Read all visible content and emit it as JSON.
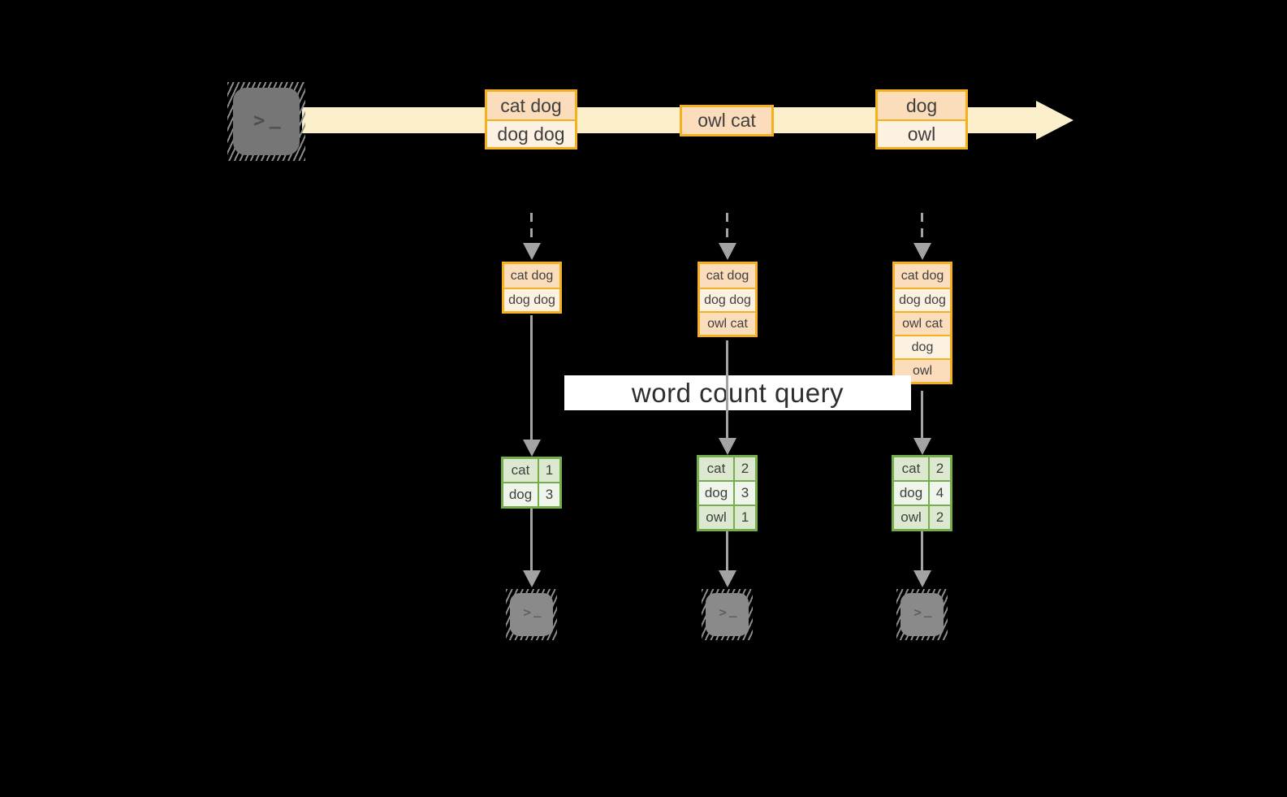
{
  "diagram": {
    "query_label": "word count query",
    "stream_batches": [
      {
        "items": [
          "cat dog",
          "dog dog"
        ]
      },
      {
        "items": [
          "owl cat"
        ]
      },
      {
        "items": [
          "dog",
          "owl"
        ]
      }
    ],
    "workers": [
      {
        "input_buffer": [
          "cat dog",
          "dog dog"
        ],
        "counts": [
          {
            "word": "cat",
            "count": "1"
          },
          {
            "word": "dog",
            "count": "3"
          }
        ]
      },
      {
        "input_buffer": [
          "cat dog",
          "dog dog",
          "owl cat"
        ],
        "counts": [
          {
            "word": "cat",
            "count": "2"
          },
          {
            "word": "dog",
            "count": "3"
          },
          {
            "word": "owl",
            "count": "1"
          }
        ]
      },
      {
        "input_buffer": [
          "cat dog",
          "dog dog",
          "owl cat",
          "dog",
          "owl"
        ],
        "counts": [
          {
            "word": "cat",
            "count": "2"
          },
          {
            "word": "dog",
            "count": "4"
          },
          {
            "word": "owl",
            "count": "2"
          }
        ]
      }
    ],
    "icons": {
      "terminal_chevron": ">",
      "terminal_underscore": "_"
    },
    "colors": {
      "stream_band": "#FCEFCB",
      "record_border": "#F3B01F",
      "record_fill_dark": "#FBDCBB",
      "record_fill_light": "#FDF1E2",
      "table_border": "#74AE4D",
      "table_row_dark": "#DCE9D0",
      "table_row_light": "#F0F5EB",
      "arrow_gray": "#A3A3A3",
      "terminal_gray": "#8A8A8A",
      "background": "#000000"
    }
  }
}
